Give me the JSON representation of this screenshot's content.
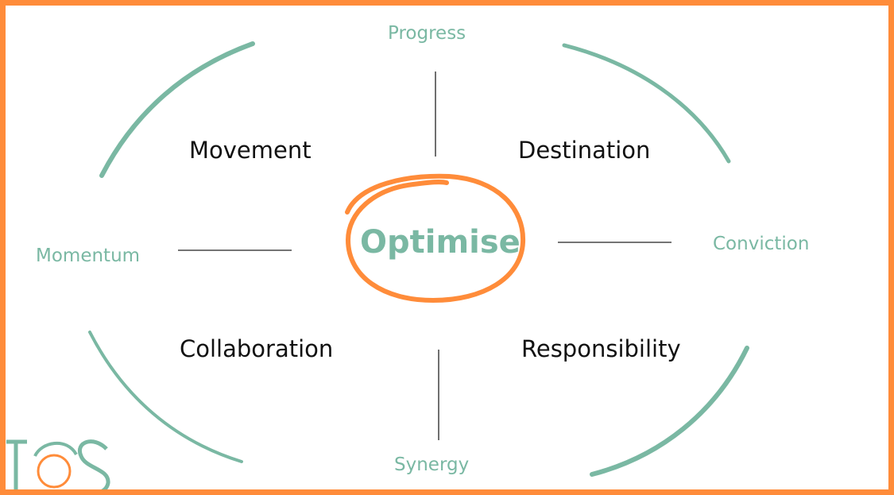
{
  "colors": {
    "frame": "#ff8c3a",
    "teal": "#7ab8a3",
    "text": "#111111",
    "connector": "#222222"
  },
  "center": {
    "label": "Optimise"
  },
  "outer_labels": {
    "top": "Progress",
    "right": "Conviction",
    "bottom": "Synergy",
    "left": "Momentum"
  },
  "inner_labels": {
    "top_left": "Movement",
    "top_right": "Destination",
    "bottom_left": "Collaboration",
    "bottom_right": "Responsibility"
  },
  "icons": {
    "logo": "ios-logo-icon"
  }
}
